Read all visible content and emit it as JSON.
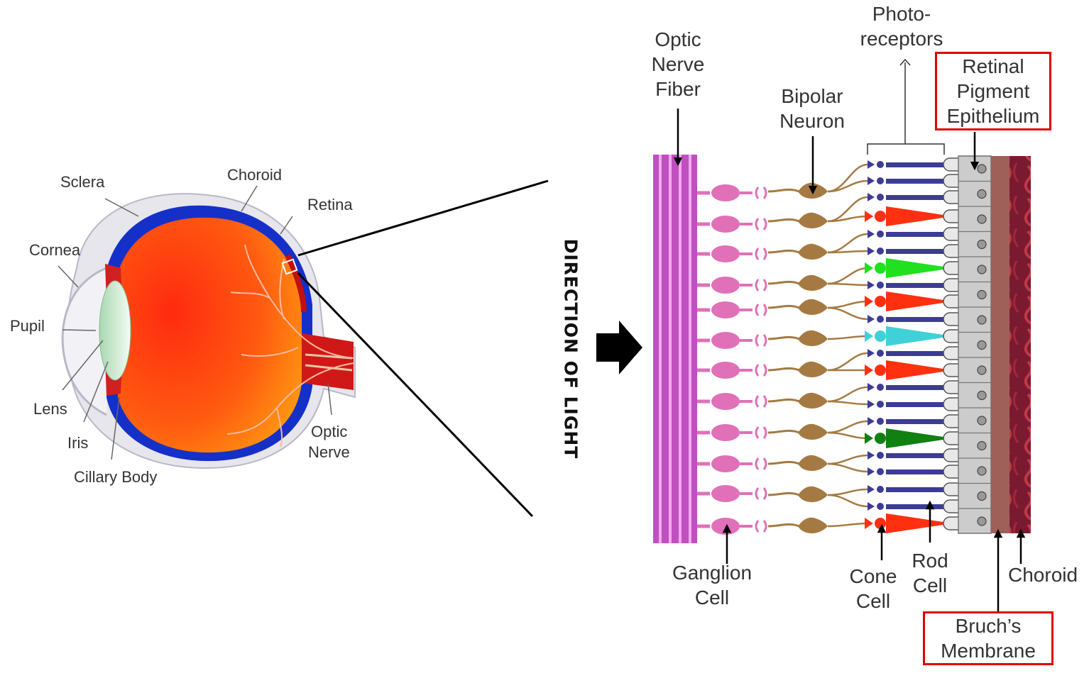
{
  "eye_labels": {
    "sclera": "Sclera",
    "choroid": "Choroid",
    "retina": "Retina",
    "cornea": "Cornea",
    "pupil": "Pupil",
    "lens": "Lens",
    "iris": "Iris",
    "ciliary_body": "Cillary Body",
    "optic_nerve_1": "Optic",
    "optic_nerve_2": "Nerve"
  },
  "direction_label": "DIRECTION OF LIGHT",
  "retina_labels": {
    "optic_nerve_fiber": [
      "Optic",
      "Nerve",
      "Fiber"
    ],
    "photoreceptors": [
      "Photo-",
      "receptors"
    ],
    "retinal_pigment_epithelium": [
      "Retinal",
      "Pigment",
      "Epithelium"
    ],
    "bipolar_neuron": [
      "Bipolar",
      "Neuron"
    ],
    "ganglion_cell": [
      "Ganglion",
      "Cell"
    ],
    "cone_cell": [
      "Cone",
      "Cell"
    ],
    "rod_cell": [
      "Rod",
      "Cell"
    ],
    "choroid": "Choroid",
    "bruchs_membrane": [
      "Bruch’s",
      "Membrane"
    ]
  },
  "colors": {
    "fiber": "#c050c0",
    "ganglion": "#e070b8",
    "bipolar": "#a57a42",
    "rod": "#3c3c96",
    "cone_red": "#ff3010",
    "cone_green": "#20e020",
    "cone_cyan": "#40d0d8",
    "cone_darkgreen": "#108010",
    "rpe": "#cccccc",
    "bruch": "#a0605a",
    "choroid": "#7a1a30",
    "highlight_box": "#e00000"
  }
}
